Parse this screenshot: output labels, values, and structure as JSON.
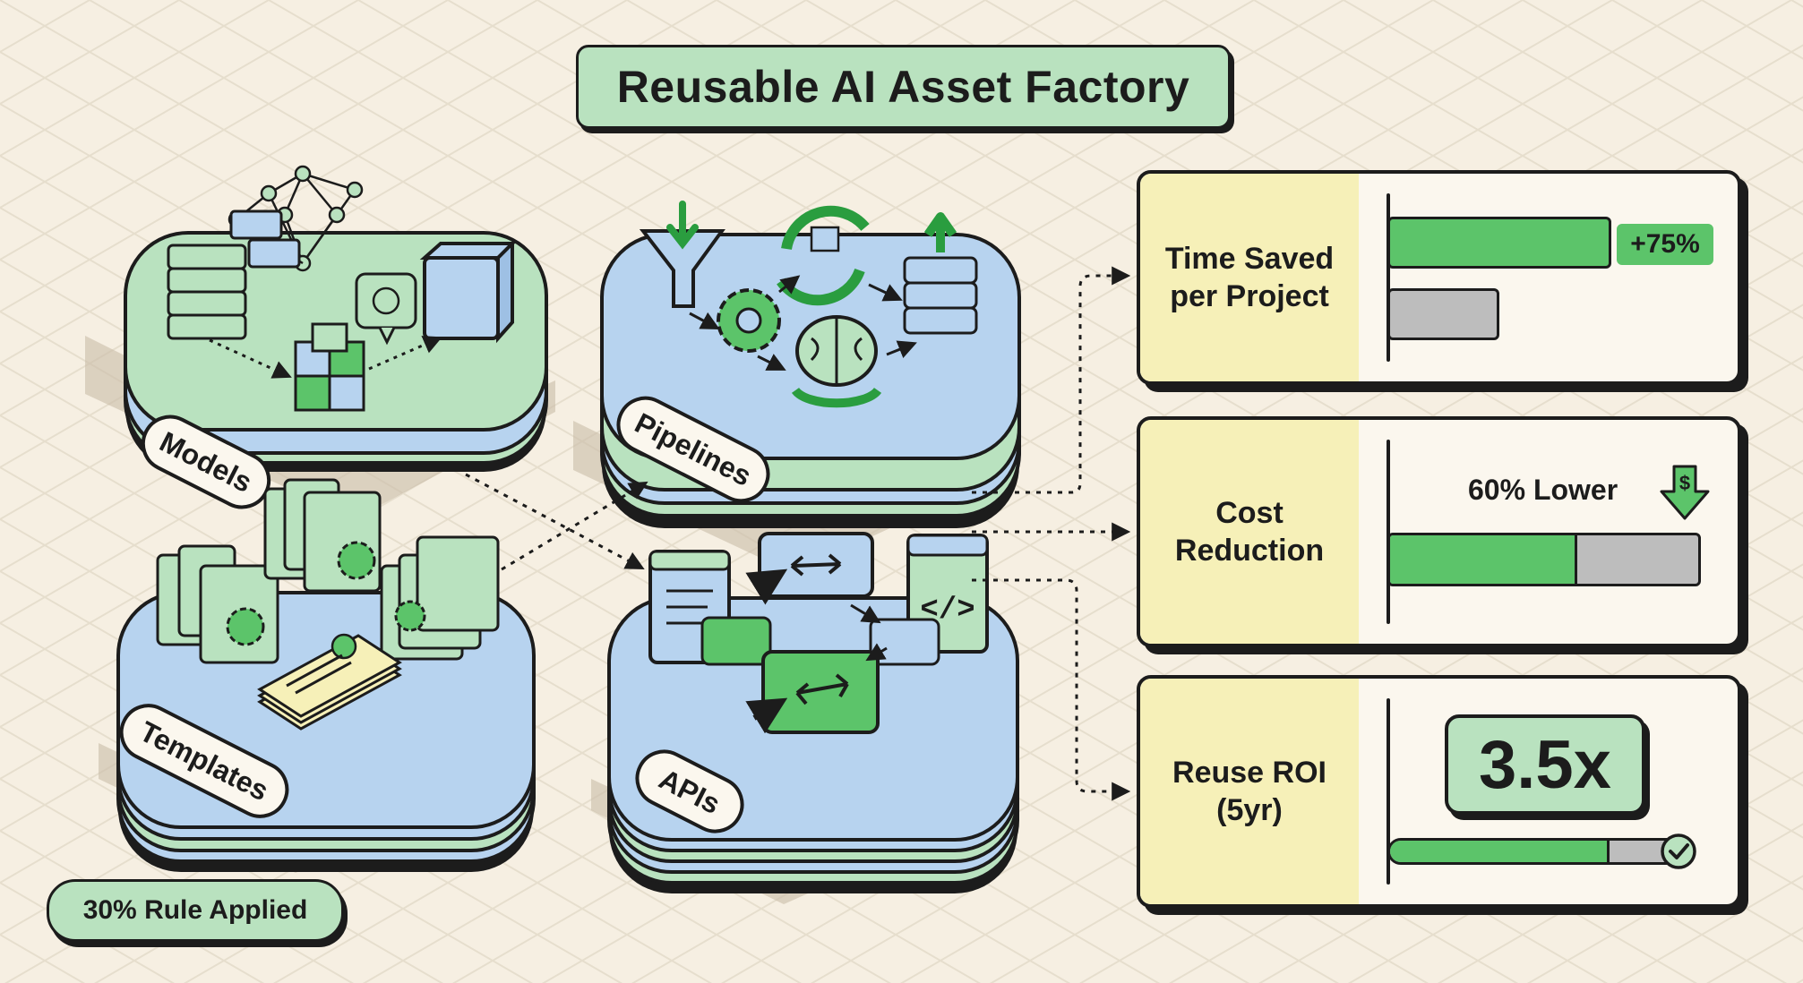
{
  "title": "Reusable AI Asset Factory",
  "stacks": [
    {
      "label": "Models"
    },
    {
      "label": "Pipelines"
    },
    {
      "label": "Templates"
    },
    {
      "label": "APIs"
    }
  ],
  "metrics": {
    "time_saved": {
      "label_line1": "Time Saved",
      "label_line2": "per Project",
      "badge": "+75%",
      "reused_fraction": 1.0,
      "baseline_fraction": 0.5
    },
    "cost_reduction": {
      "label_line1": "Cost",
      "label_line2": "Reduction",
      "note": "60% Lower",
      "fill_fraction": 0.6
    },
    "roi": {
      "label_line1": "Reuse ROI",
      "label_line2": "(5yr)",
      "value": "3.5x",
      "fill_fraction": 0.75
    }
  },
  "footer_badge": "30% Rule Applied",
  "colors": {
    "background": "#f6efe2",
    "green": "#b9e2bf",
    "blue": "#b7d3ef",
    "accent": "#5cc46a",
    "panel_label": "#f6f0b8"
  }
}
